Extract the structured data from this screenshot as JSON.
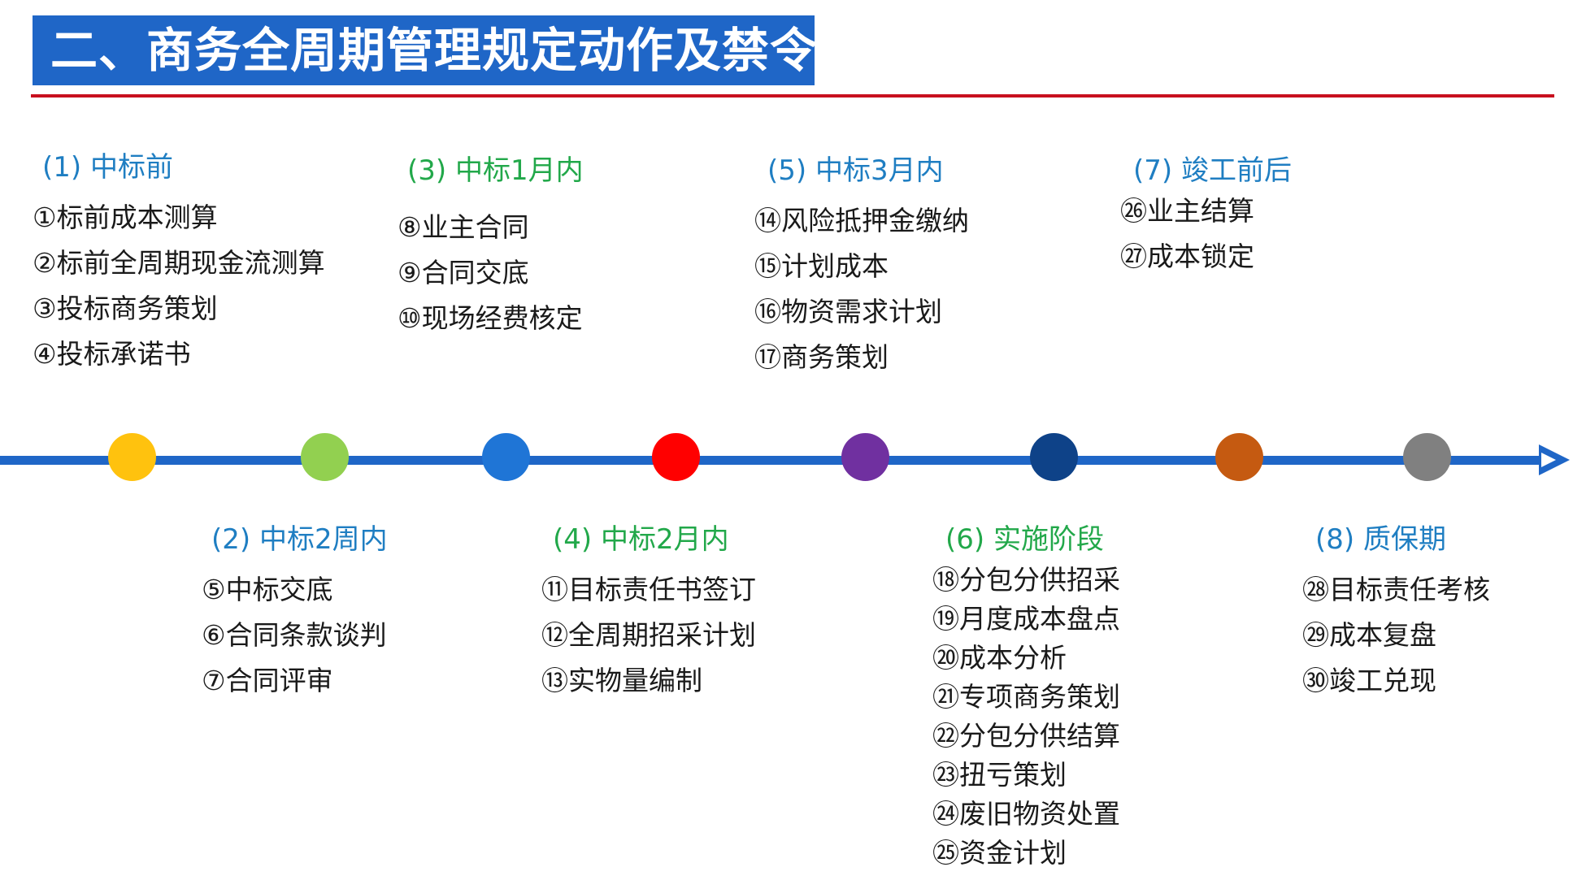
{
  "title": "二、商务全周期管理规定动作及禁令",
  "colors": {
    "title_bg": "#1f66c7",
    "rule": "#c8101e",
    "timeline": "#1f66c7",
    "stage_title_blue": "#1f7ec2",
    "stage_title_green": "#22a84a",
    "dots": [
      "#ffc20e",
      "#92d050",
      "#1f75d6",
      "#ff0000",
      "#7030a0",
      "#0e4288",
      "#c55a11",
      "#808080"
    ]
  },
  "stages": [
    {
      "title": "(1) 中标前",
      "items": [
        "①标前成本测算",
        "②标前全周期现金流测算",
        "③投标商务策划",
        "④投标承诺书"
      ]
    },
    {
      "title": "(2) 中标2周内",
      "items": [
        "⑤中标交底",
        "⑥合同条款谈判",
        "⑦合同评审"
      ]
    },
    {
      "title": "(3) 中标1月内",
      "items": [
        "⑧业主合同",
        "⑨合同交底",
        "⑩现场经费核定"
      ]
    },
    {
      "title": "(4) 中标2月内",
      "items": [
        "⑪目标责任书签订",
        "⑫全周期招采计划",
        "⑬实物量编制"
      ]
    },
    {
      "title": "(5) 中标3月内",
      "items": [
        "⑭风险抵押金缴纳",
        "⑮计划成本",
        "⑯物资需求计划",
        "⑰商务策划"
      ]
    },
    {
      "title": "(6) 实施阶段",
      "items": [
        "⑱分包分供招采",
        "⑲月度成本盘点",
        "⑳成本分析",
        "㉑专项商务策划",
        "㉒分包分供结算",
        "㉓扭亏策划",
        "㉔废旧物资处置",
        "㉕资金计划"
      ]
    },
    {
      "title": "(7) 竣工前后",
      "items": [
        "㉖业主结算",
        "㉗成本锁定"
      ]
    },
    {
      "title": "(8) 质保期",
      "items": [
        "㉘目标责任考核",
        "㉙成本复盘",
        "㉚竣工兑现"
      ]
    }
  ]
}
